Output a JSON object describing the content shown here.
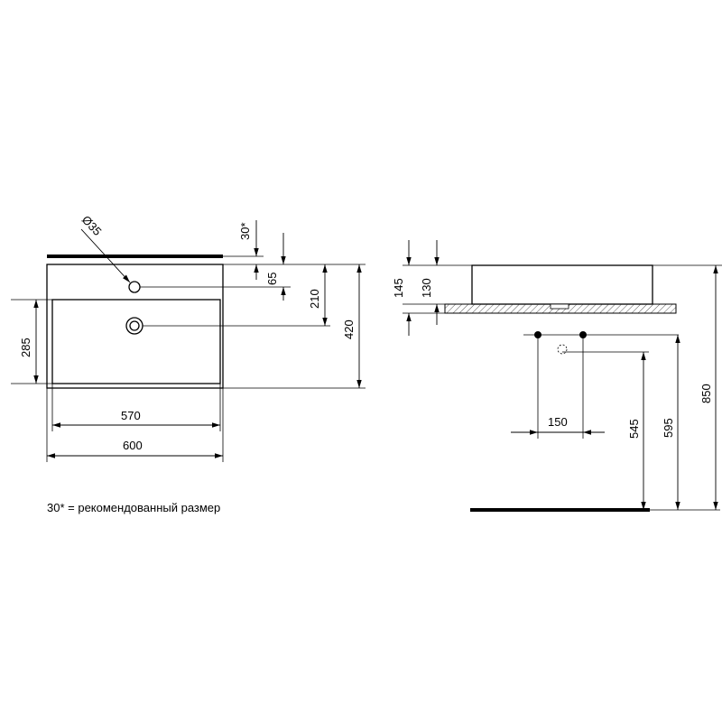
{
  "dimensions": {
    "top_view": {
      "hole_diameter": "Ø35",
      "offset_recommended": "30*",
      "tap_hole_offset": "65",
      "drain_offset": "210",
      "depth": "420",
      "inner_depth": "285",
      "inner_width": "570",
      "width": "600"
    },
    "side_view": {
      "height": "145",
      "basin_height": "130",
      "hole_spacing": "150",
      "height_545": "545",
      "height_595": "595",
      "height_850": "850"
    }
  },
  "note": "30* = рекомендованный размер"
}
